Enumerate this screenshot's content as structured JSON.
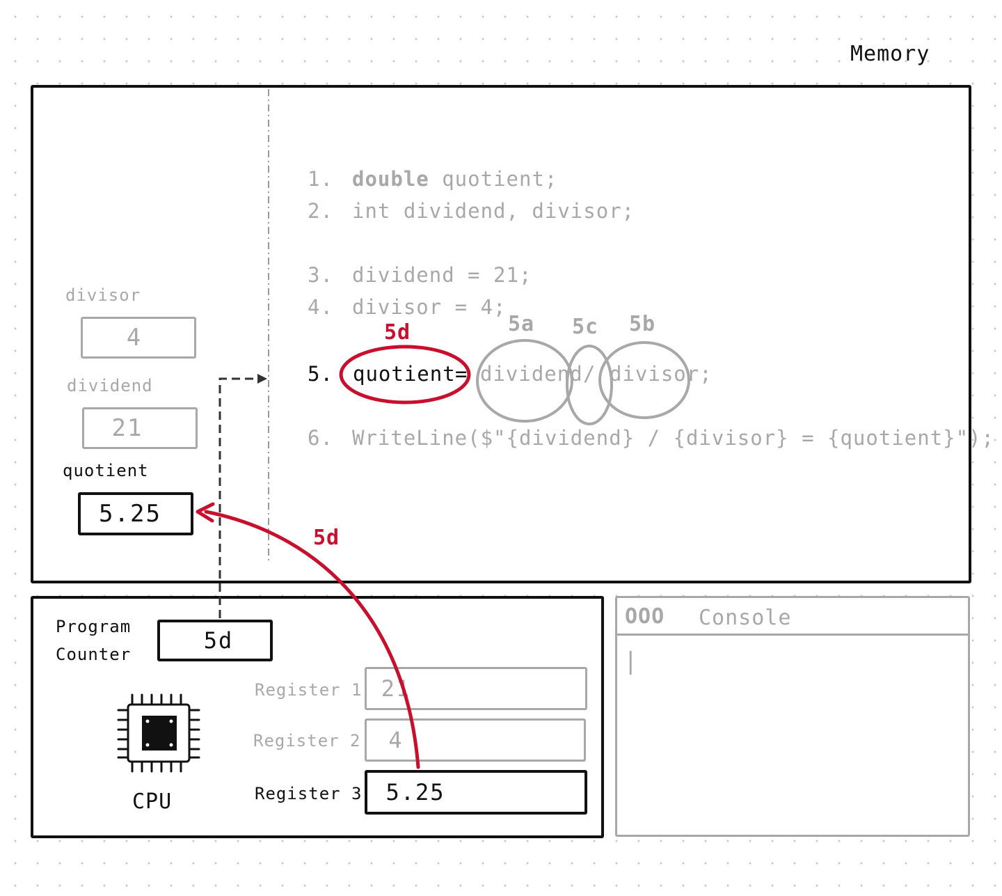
{
  "memory": {
    "title": "Memory",
    "variables": [
      {
        "name": "divisor",
        "value": "4",
        "active": false
      },
      {
        "name": "dividend",
        "value": "21",
        "active": false
      },
      {
        "name": "quotient",
        "value": "5.25",
        "active": true
      }
    ],
    "code_lines": [
      {
        "num": "1.",
        "keyword": "double",
        "text": " quotient;"
      },
      {
        "num": "2.",
        "keyword": "",
        "text": "int dividend, divisor;"
      },
      {
        "num": "3.",
        "keyword": "",
        "text": "dividend = 21;"
      },
      {
        "num": "4.",
        "keyword": "",
        "text": "divisor = 4;"
      },
      {
        "num": "5.",
        "keyword": "",
        "text": "quotient = dividend / divisor;"
      },
      {
        "num": "6.",
        "keyword": "",
        "text": "WriteLine($\"{dividend} / {divisor} = {quotient}\");"
      }
    ],
    "step_labels": {
      "a": "5a",
      "b": "5b",
      "c": "5c",
      "d": "5d"
    },
    "line5_parts": {
      "target": "quotient",
      "eq": "=",
      "left": "dividend",
      "op": "/",
      "right": "divisor;"
    }
  },
  "cpu": {
    "program_counter_label_1": "Program",
    "program_counter_label_2": "Counter",
    "program_counter_value": "5d",
    "chip_label": "CPU",
    "registers": [
      {
        "name": "Register 1",
        "value": "21",
        "active": false
      },
      {
        "name": "Register 2",
        "value": "4",
        "active": false
      },
      {
        "name": "Register 3",
        "value": "5.25",
        "active": true
      }
    ]
  },
  "console": {
    "dots": "OOO",
    "title": "Console",
    "cursor": "|"
  },
  "arrow_label": "5d",
  "colors": {
    "accent": "#c8102e",
    "ink": "#111111",
    "muted": "#a8a8a8"
  }
}
